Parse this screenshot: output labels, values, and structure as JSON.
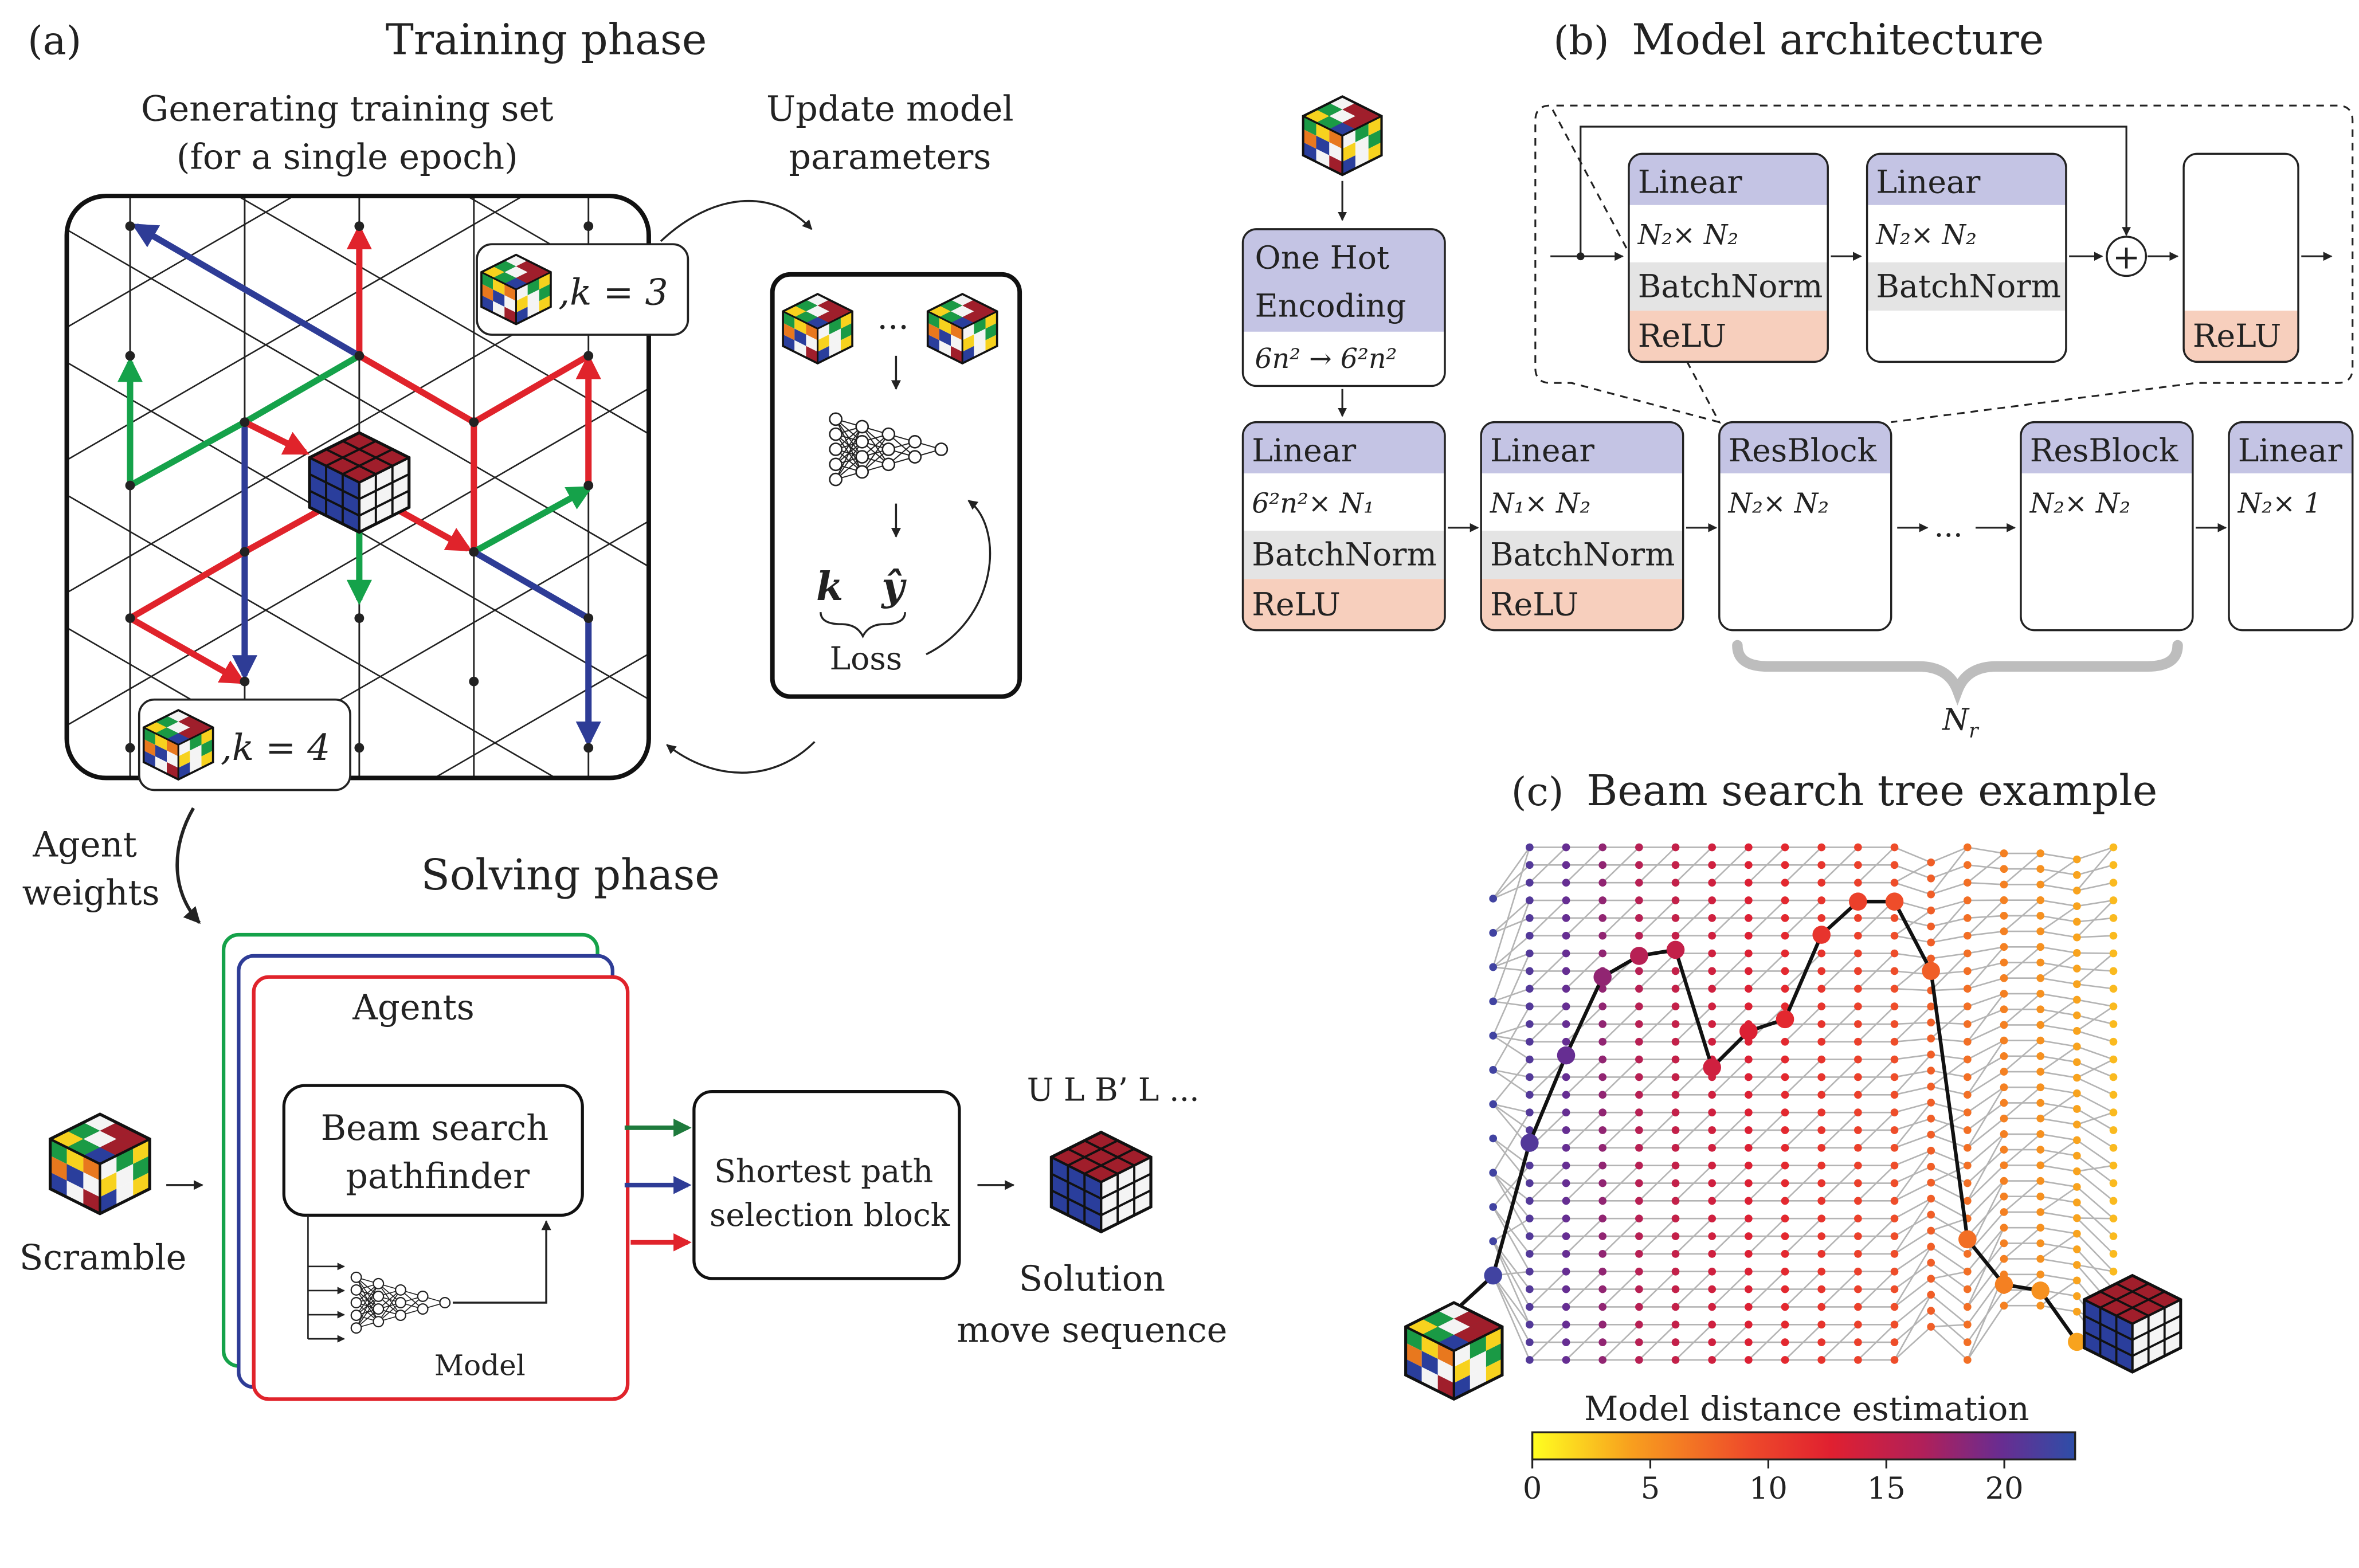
{
  "panel_a": {
    "label": "(a)",
    "title": "Training phase",
    "gen_line1": "Generating training set",
    "gen_line2": "(for a single epoch)",
    "update_line1": "Update model",
    "update_line2": "parameters",
    "k3_label": ",k = 3",
    "k4_label": ",k = 4",
    "ellipsis": "...",
    "k_sym": "k",
    "yhat_sym": "ŷ",
    "loss": "Loss",
    "agent_line1": "Agent",
    "agent_line2": "weights"
  },
  "solving": {
    "title": "Solving phase",
    "agents": "Agents",
    "beam_line1": "Beam search",
    "beam_line2": "pathfinder",
    "model": "Model",
    "scramble": "Scramble",
    "sel_line1": "Shortest path",
    "sel_line2": "selection block",
    "moves": "U L B’ L ...",
    "sol_line1": "Solution",
    "sol_line2": "move sequence"
  },
  "panel_b": {
    "label": "(b)",
    "title": "Model architecture",
    "onehot_line1": "One Hot",
    "onehot_line2": "Encoding",
    "onehot_dim": "6n² → 6²n²",
    "layer1": {
      "name": "Linear",
      "dim": "6²n²× N₁",
      "norm": "BatchNorm",
      "act": "ReLU"
    },
    "layer2": {
      "name": "Linear",
      "dim": "N₁× N₂",
      "norm": "BatchNorm",
      "act": "ReLU"
    },
    "res1": {
      "name": "ResBlock",
      "dim": "N₂× N₂"
    },
    "res_dots": "...",
    "res2": {
      "name": "ResBlock",
      "dim": "N₂× N₂"
    },
    "out": {
      "name": "Linear",
      "dim": "N₂× 1"
    },
    "nr": "N",
    "nr_sub": "r",
    "res_inner1": {
      "name": "Linear",
      "dim": "N₂× N₂",
      "norm": "BatchNorm",
      "act": "ReLU"
    },
    "res_inner2": {
      "name": "Linear",
      "dim": "N₂× N₂",
      "norm": "BatchNorm"
    },
    "res_inner_act": "ReLU",
    "plus": "+"
  },
  "panel_c": {
    "label": "(c)",
    "title": "Beam search tree example",
    "colorbar_label": "Model distance estimation",
    "ticks": [
      "0",
      "5",
      "10",
      "15",
      "20"
    ],
    "colorbar_min": 0,
    "colorbar_max": 23
  },
  "colors": {
    "red": "#e0232b",
    "blue": "#2e3c96",
    "green": "#15a24a",
    "gray": "#aaaaaa",
    "lavender": "#c4c4e4",
    "salmon": "#f7cfbd",
    "lightgray": "#e4e4e4",
    "cube_red": "#a01e2b",
    "cube_blue": "#2a3e9c"
  }
}
